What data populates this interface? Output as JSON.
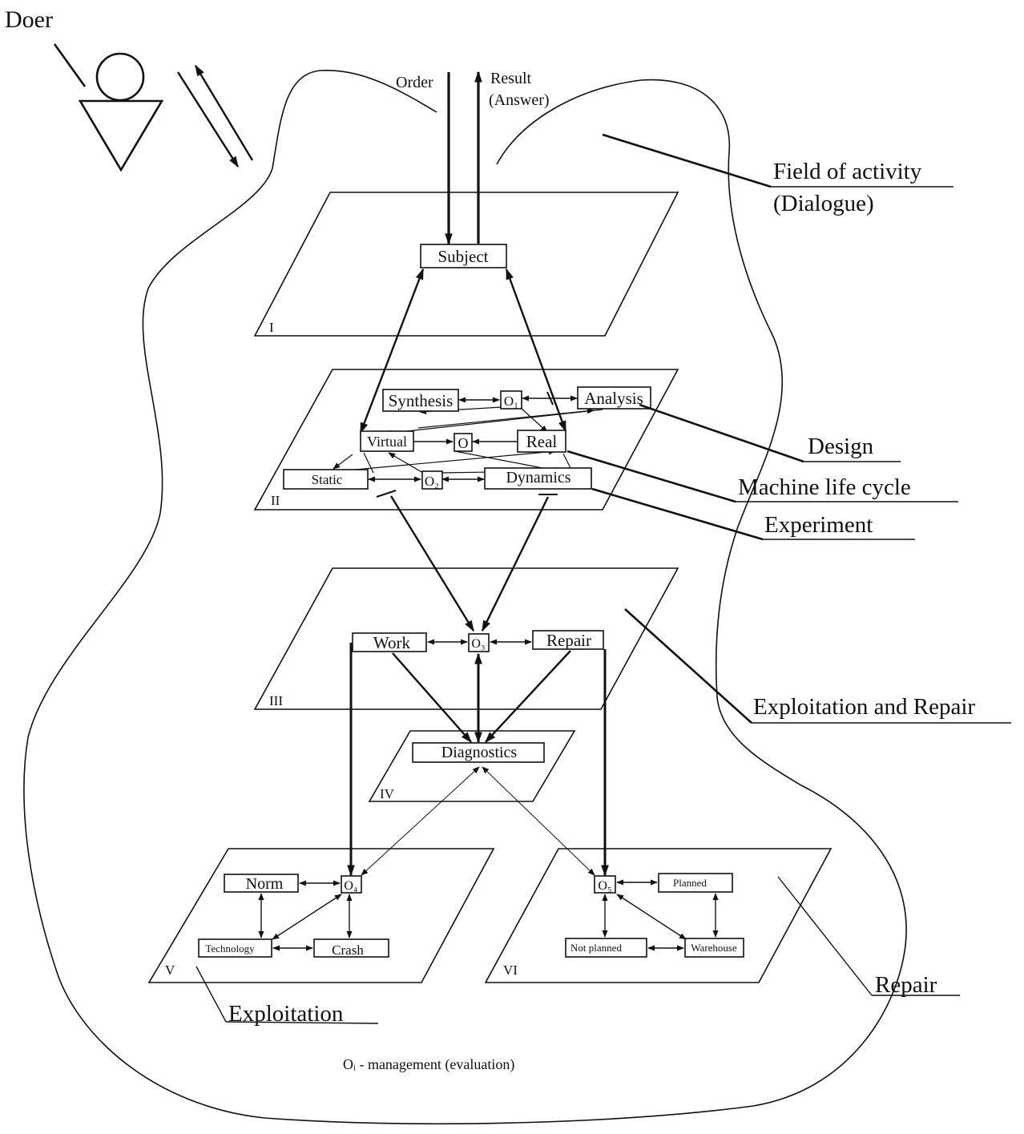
{
  "doer": {
    "label": "Doer"
  },
  "dialogue": {
    "order": "Order",
    "result_line1": "Result",
    "result_line2": "(Answer)"
  },
  "callouts": {
    "field_line1": "Field of activity",
    "field_line2": "(Dialogue)",
    "design": "Design",
    "machine_life_cycle": "Machine life cycle",
    "experiment": "Experiment",
    "exploitation_and_repair": "Exploitation and Repair",
    "repair": "Repair",
    "exploitation": "Exploitation"
  },
  "planes": {
    "p1": "I",
    "p2": "II",
    "p3": "III",
    "p4": "IV",
    "p5": "V",
    "p6": "VI"
  },
  "nodes": {
    "subject": "Subject",
    "synthesis": "Synthesis",
    "o1": "O₁",
    "analysis": "Analysis",
    "virtual": "Virtual",
    "o": "O",
    "real": "Real",
    "static": "Static",
    "o2": "O₂",
    "dynamics": "Dynamics",
    "work": "Work",
    "o3": "O₃",
    "repair": "Repair",
    "diagnostics": "Diagnostics",
    "norm": "Norm",
    "o4": "O₄",
    "technology": "Technology",
    "crash": "Crash",
    "o5": "O₅",
    "planned": "Planned",
    "not_planned": "Not planned",
    "warehouse": "Warehouse"
  },
  "footnote": "Oᵢ - management (evaluation)"
}
